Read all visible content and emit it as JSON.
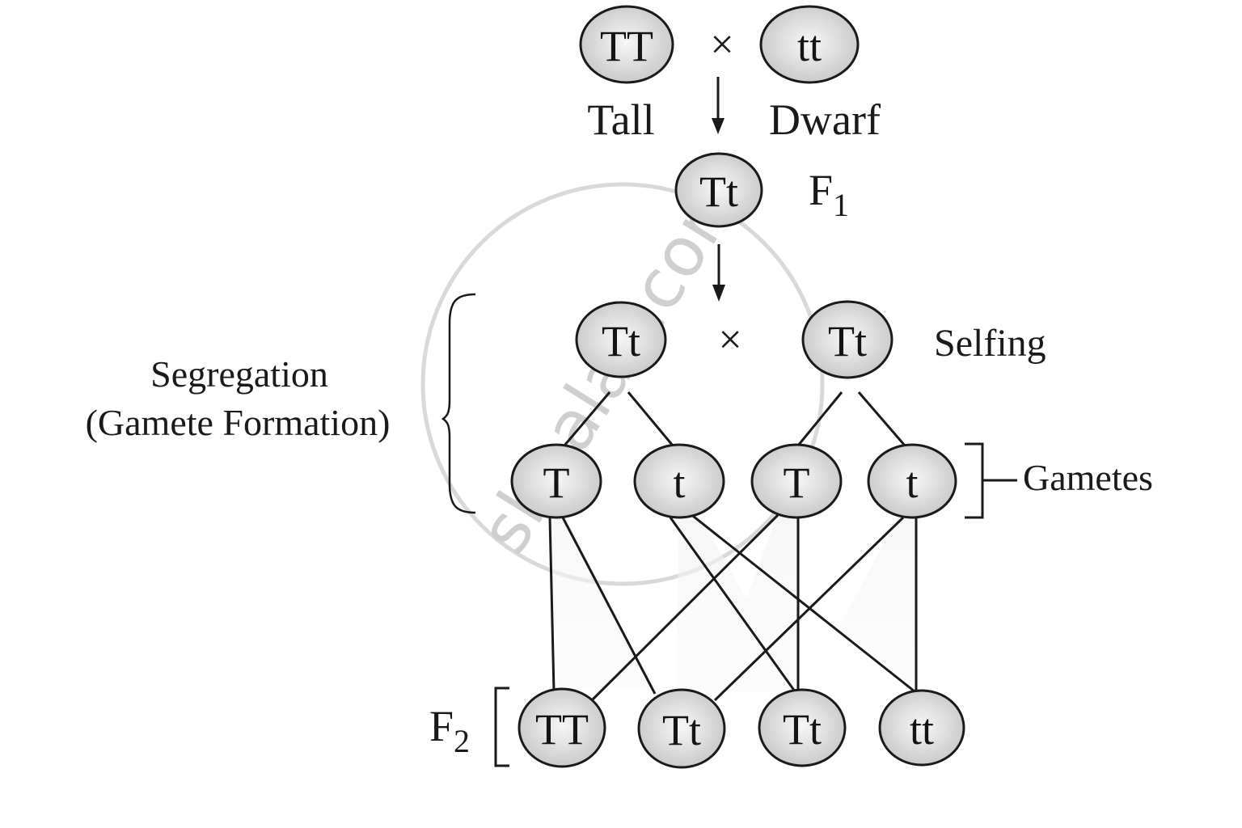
{
  "diagram": {
    "type": "monohybrid-cross",
    "parents": {
      "left": {
        "genotype": "TT",
        "phenotype": "Tall"
      },
      "right": {
        "genotype": "tt",
        "phenotype": "Dwarf"
      },
      "cross_symbol": "×"
    },
    "f1": {
      "genotype": "Tt",
      "label": "F",
      "label_sub": "1"
    },
    "selfing": {
      "left": "Tt",
      "right": "Tt",
      "cross_symbol": "×",
      "label": "Selfing"
    },
    "segregation_label": {
      "line1": "Segregation",
      "line2": "(Gamete Formation)"
    },
    "gametes": {
      "label": "Gametes",
      "items": [
        "T",
        "t",
        "T",
        "t"
      ]
    },
    "f2": {
      "label": "F",
      "label_sub": "2",
      "items": [
        "TT",
        "Tt",
        "Tt",
        "tt"
      ]
    },
    "watermark": "shaalaa.com",
    "colors": {
      "node_fill_center": "#f6f6f6",
      "node_fill_edge": "#c9c9c9",
      "stroke": "#1a1a1a",
      "watermark": "#d9d9d9"
    }
  }
}
